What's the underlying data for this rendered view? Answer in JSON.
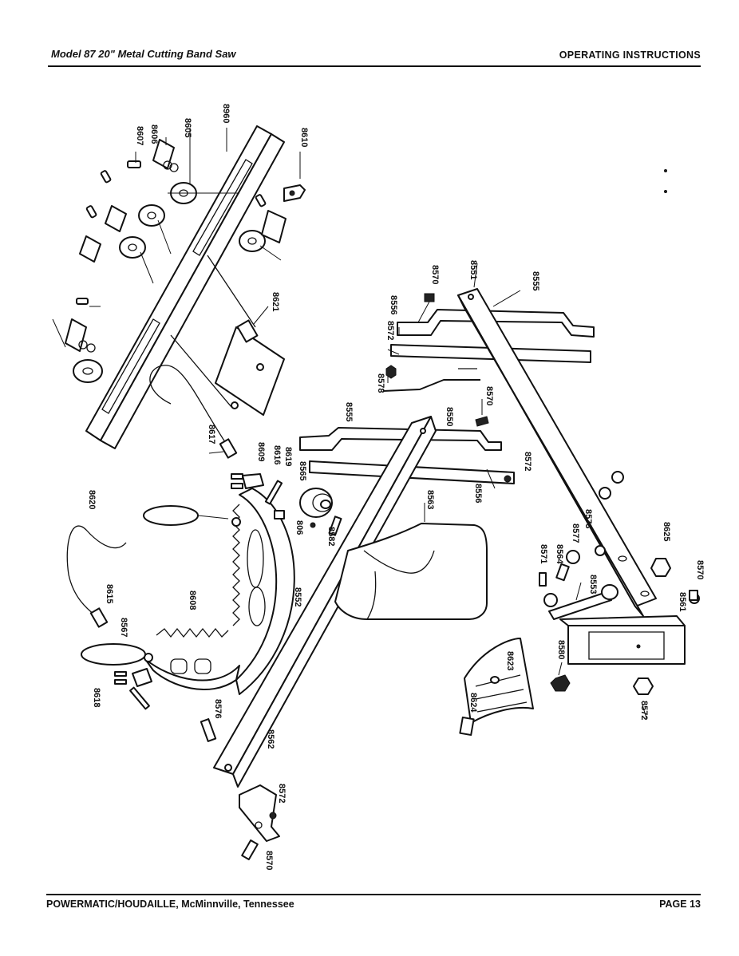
{
  "header": {
    "title": "Model 87 20\" Metal Cutting Band Saw",
    "section": "OPERATING INSTRUCTIONS"
  },
  "footer": {
    "company": "POWERMATIC/HOUDAILLE, McMinnville, Tennessee",
    "page": "PAGE 13"
  },
  "part_labels": [
    "8607",
    "8606",
    "8605",
    "8960",
    "8610",
    "8621",
    "8570",
    "8551",
    "8555",
    "8556",
    "8572",
    "8578",
    "8550",
    "8570",
    "8555",
    "8572",
    "8556",
    "8617",
    "8609",
    "8616",
    "8619",
    "8565",
    "806",
    "8582",
    "8563",
    "8620",
    "8615",
    "8567",
    "8608",
    "8552",
    "8618",
    "8576",
    "8562",
    "8572",
    "8570",
    "8571",
    "8564",
    "8577",
    "8573",
    "8625",
    "8553",
    "8570",
    "8561",
    "8580",
    "8623",
    "8624",
    "8572"
  ]
}
